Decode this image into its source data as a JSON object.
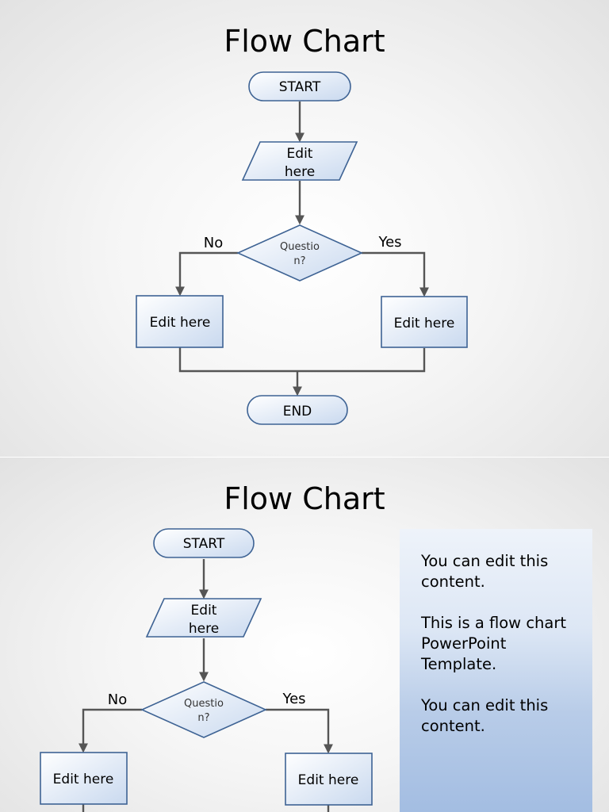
{
  "slides": [
    {
      "title": "Flow Chart",
      "nodes": {
        "start": "START",
        "input_line1": "Edit",
        "input_line2": "here",
        "decision_line1": "Questio",
        "decision_line2": "n?",
        "no_box": "Edit here",
        "yes_box": "Edit here",
        "end": "END"
      },
      "edges": {
        "no": "No",
        "yes": "Yes"
      }
    },
    {
      "title": "Flow Chart",
      "nodes": {
        "start": "START",
        "input_line1": "Edit",
        "input_line2": "here",
        "decision_line1": "Questio",
        "decision_line2": "n?",
        "no_box": "Edit here",
        "yes_box": "Edit here"
      },
      "edges": {
        "no": "No",
        "yes": "Yes"
      },
      "note": {
        "paragraph1": "You can edit this content.",
        "paragraph2": "This is a flow chart PowerPoint Template.",
        "paragraph3": "You can edit this content."
      }
    }
  ],
  "colors": {
    "shape_stroke": "#3e6394",
    "shape_fill_light": "#ffffff",
    "shape_fill_dark": "#c9d9ef",
    "connector": "#555555",
    "note_gradient_end": "#a3bde2"
  }
}
